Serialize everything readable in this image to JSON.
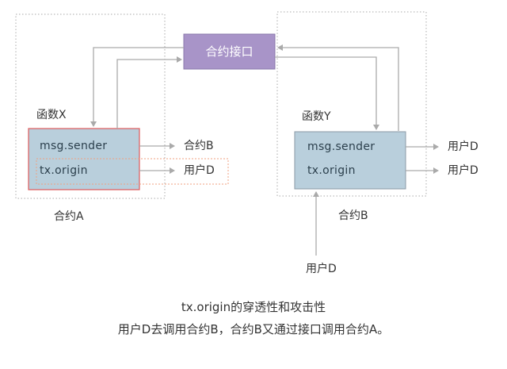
{
  "interface": {
    "label": "合约接口"
  },
  "contract_a": {
    "label": "合约A",
    "function_label": "函数X",
    "field_sender": "msg.sender",
    "field_origin": "tx.origin",
    "sender_target": "合约B",
    "origin_target": "用户D"
  },
  "contract_b": {
    "label": "合约B",
    "function_label": "函数Y",
    "field_sender": "msg.sender",
    "field_origin": "tx.origin",
    "sender_target": "用户D",
    "origin_target": "用户D",
    "caller": "用户D"
  },
  "caption": {
    "line1": "tx.origin的穿透性和攻击性",
    "line2": "用户D去调用合约B，合约B又通过接口调用合约A。"
  },
  "colors": {
    "contract_border": "#aaaaaa",
    "function_fill": "#b9cfdc",
    "function_a_border": "#e05a5a",
    "function_b_border": "#8a9aa6",
    "interface_fill": "#a894c8",
    "arrow": "#aaaaaa",
    "highlight": "#f0a080"
  }
}
